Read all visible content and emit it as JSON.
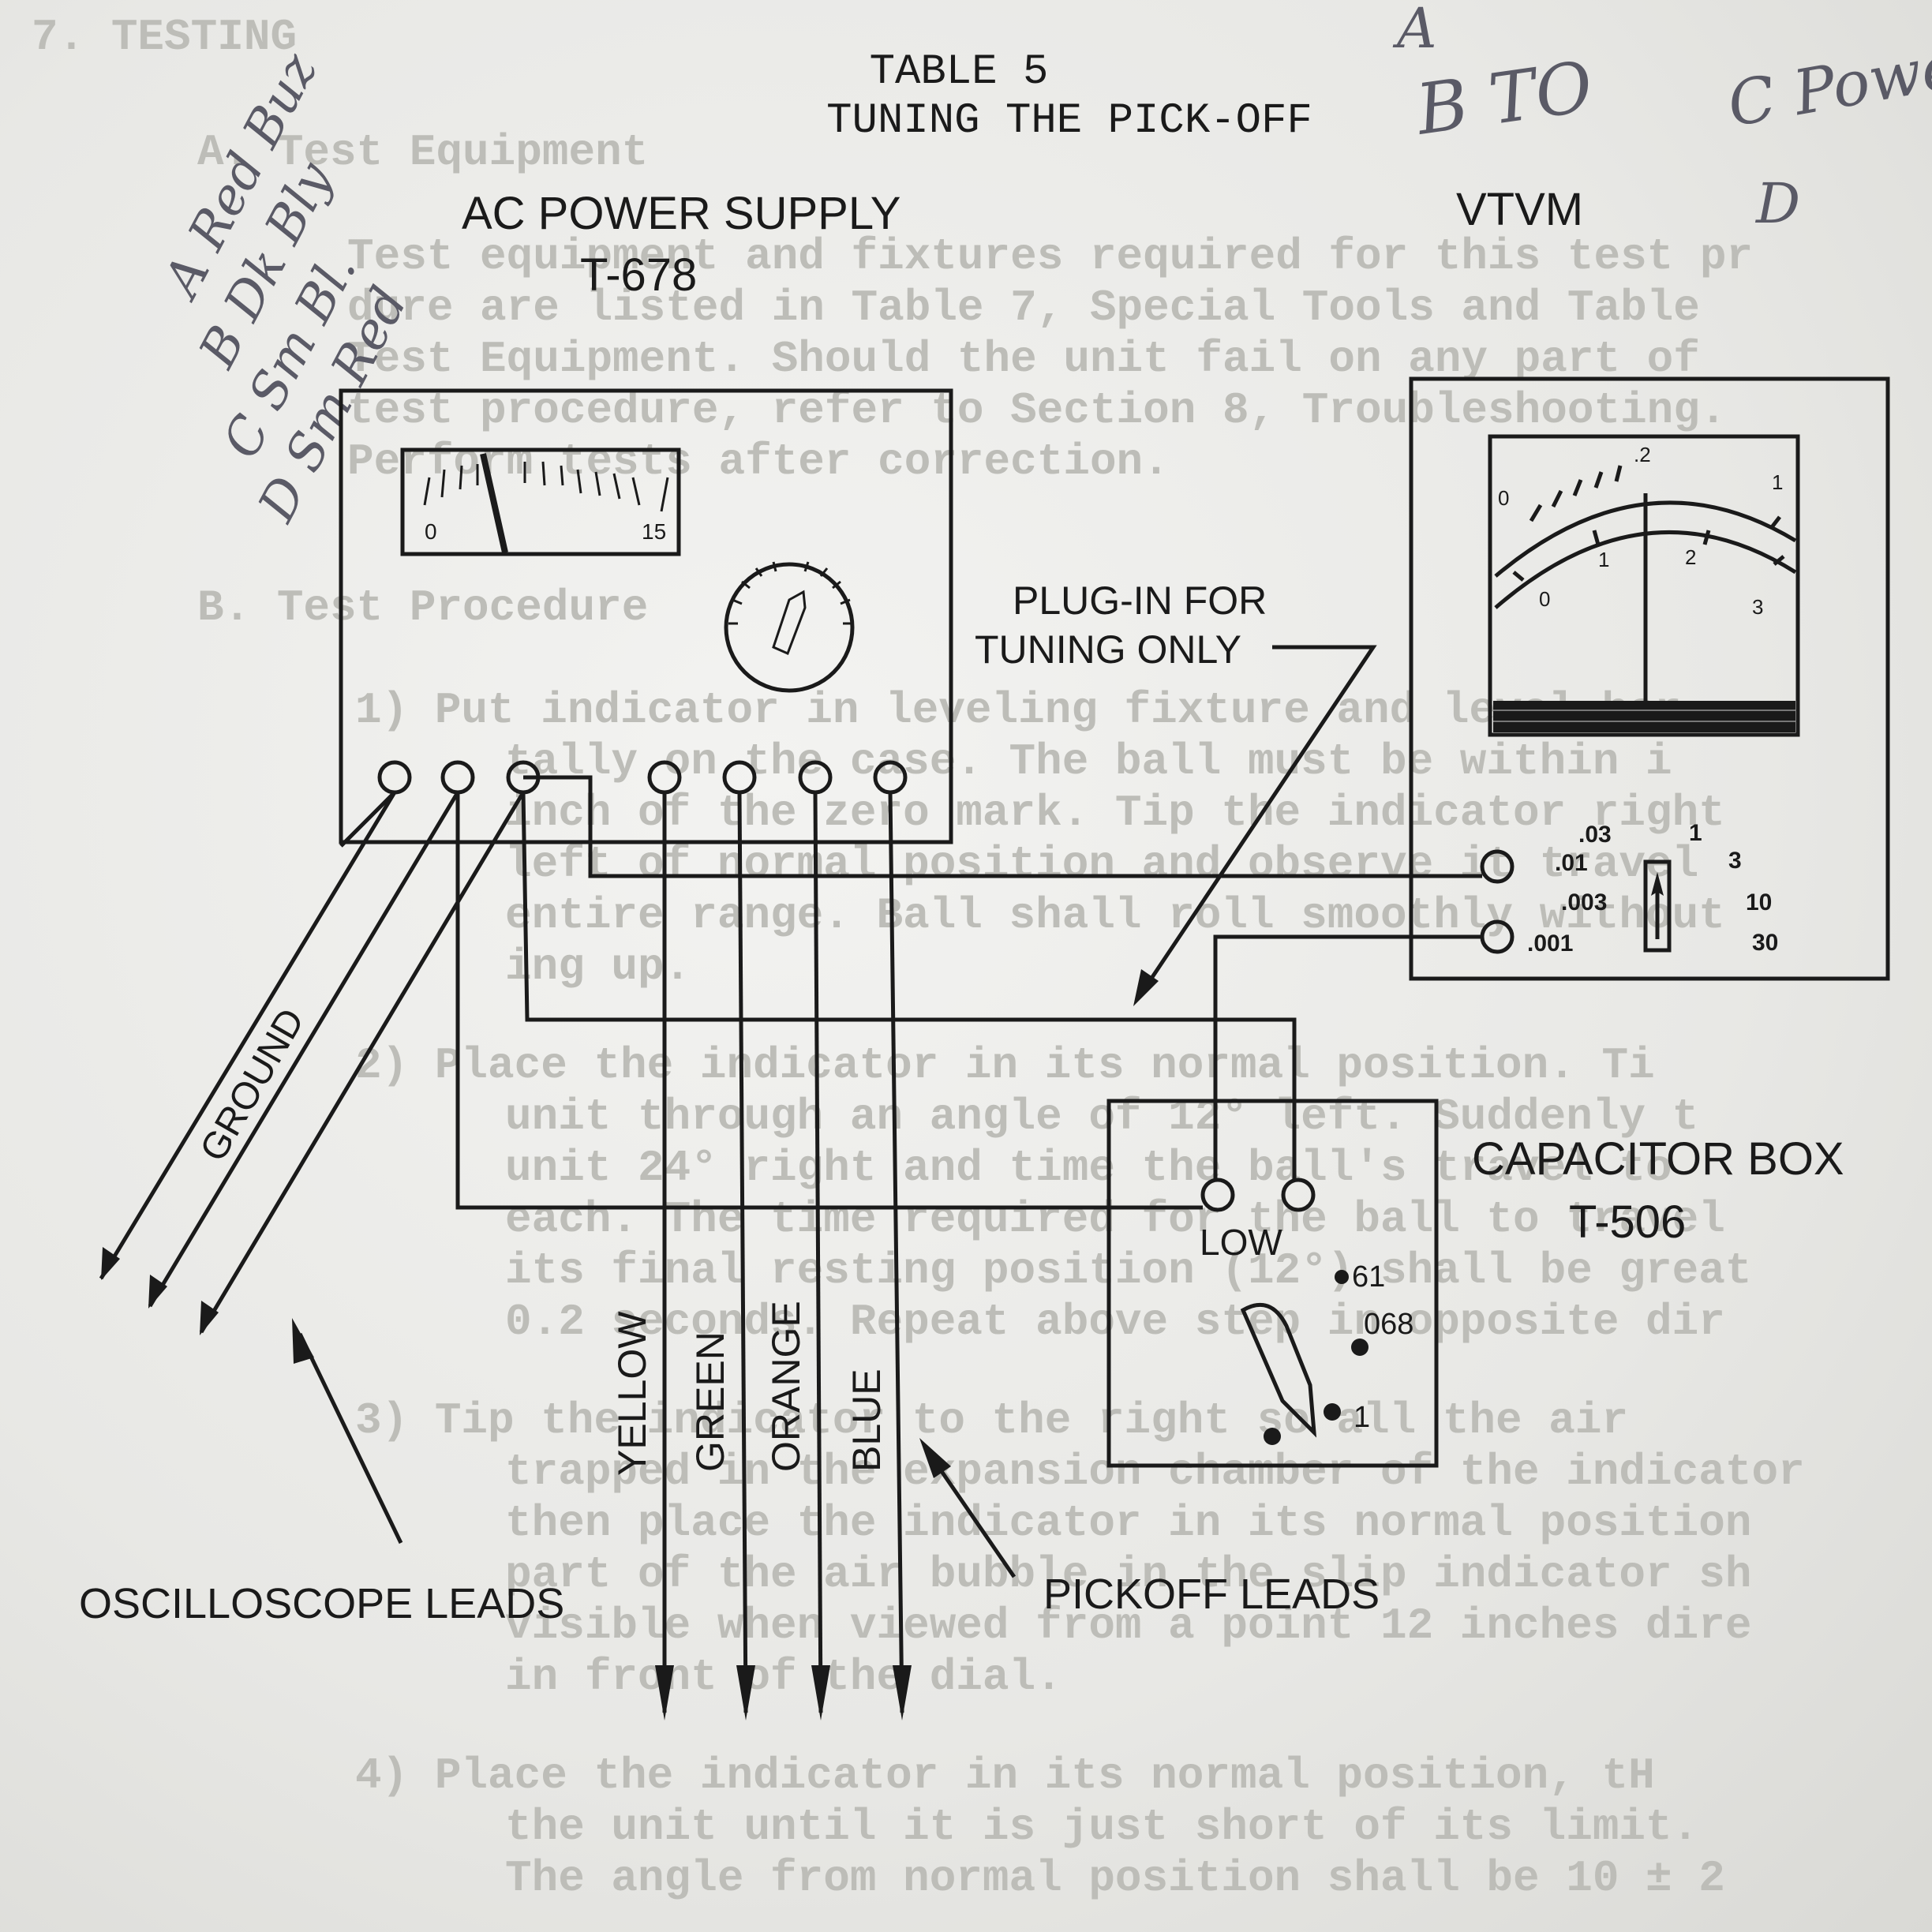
{
  "title": {
    "line1": "TABLE 5",
    "line2": "TUNING THE PICK-OFF"
  },
  "power_supply": {
    "title": "AC POWER SUPPLY",
    "model": "T-678",
    "meter_scale": [
      "0",
      "15"
    ]
  },
  "vtvm": {
    "title": "VTVM",
    "outer_scale": [
      "0",
      ".2",
      "1"
    ],
    "inner_scale": [
      "1",
      "2"
    ],
    "bottom_scale": [
      "0",
      "3"
    ],
    "range_left": [
      ".03",
      ".01",
      ".003",
      ".001"
    ],
    "range_right": [
      "1",
      "3",
      "10",
      "30"
    ]
  },
  "capacitor_box": {
    "title": "CAPACITOR BOX",
    "model": "T-506",
    "low_label": "LOW",
    "switch_values": [
      "61",
      "068",
      "1"
    ]
  },
  "plug_in_note": {
    "line1": "PLUG-IN  FOR",
    "line2": "TUNING  ONLY"
  },
  "leads": {
    "ground": "GROUND",
    "oscilloscope": "OSCILLOSCOPE LEADS",
    "pickoff": "PICKOFF LEADS",
    "colors": [
      "YELLOW",
      "GREEN",
      "ORANGE",
      "BLUE"
    ]
  },
  "handwriting": {
    "left_notes": [
      "A Red Buz",
      "B Dk Bly",
      "C Sm Bl.",
      "D Sm Red"
    ],
    "top_notes": [
      "A",
      "B TO",
      "C Powe",
      "D"
    ]
  },
  "background_text": [
    "7.  TESTING",
    "A.  Test Equipment",
    "Test equipment and fixtures required for this test pr",
    "dure are listed in Table 7, Special Tools and Table",
    "Test Equipment.  Should the unit fail on any part of",
    "test procedure, refer to Section 8, Troubleshooting.",
    "Perform tests after correction.",
    "B.   Test Procedure",
    "1)    Put indicator in leveling fixture and level hor",
    "tally on the case.  The ball must be within i",
    "inch of the zero mark.  Tip the indicator right",
    "left of normal position and observe it travel",
    "entire range.  Ball shall roll smoothly without",
    "ing up.",
    "2)    Place the indicator in its normal position.  Ti",
    "unit through an angle of 12° left.  Suddenly t",
    "unit 24° right and time the ball's travel to",
    "each.  The time required for the ball to travel",
    "its final resting position (12°) shall be great",
    "0.2 seconds.  Repeat above step in opposite dir",
    "3)    Tip the indicator to the right so all the air",
    "trapped in the expansion chamber of the indicator",
    "then place the indicator in its normal position",
    "part of the air bubble in the slip indicator sh",
    "visible when viewed from a point 12 inches dire",
    "in front of the dial.",
    "4)    Place the indicator in its normal position, tH",
    "the unit until it is just short of its limit.",
    "The angle from normal position shall be 10 ± 2"
  ]
}
